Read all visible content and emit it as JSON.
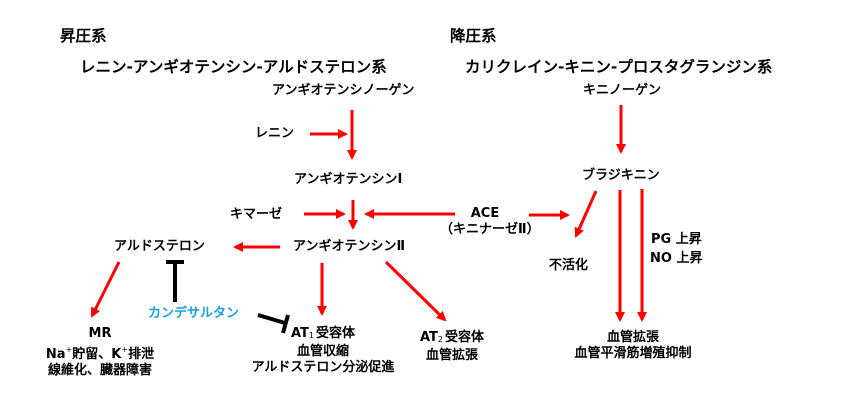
{
  "colors": {
    "arrow": "#ff0000",
    "inhibit": "#000000",
    "drug": "#1a9ee0"
  },
  "pressor": {
    "heading": "昇圧系",
    "system_title": "レニン-アンギオテンシン-アルドステロン系",
    "angiotensinogen": "アンギオテンシノーゲン",
    "renin": "レニン",
    "angiotensin1": "アンギオテンシンⅠ",
    "chymase": "キマーゼ",
    "angiotensin2": "アンギオテンシンⅡ",
    "aldosterone": "アルドステロン",
    "drug": "カンデサルタン",
    "mr": {
      "title": "MR",
      "line2_na": "Na",
      "line2_sup1": "+",
      "line2_mid": "貯留、K",
      "line2_sup2": "+",
      "line2_end": "排泄",
      "line3": "線維化、臓器障害"
    },
    "at1": {
      "prefix": "AT",
      "sub": "1",
      "suffix": "受容体",
      "line2": "血管収縮",
      "line3": "アルドステロン分泌促進"
    },
    "at2": {
      "prefix": "AT",
      "sub": "2",
      "suffix": "受容体",
      "line2": "血管拡張"
    }
  },
  "ace": {
    "line1": "ACE",
    "line2": "（キニナーゼⅡ）"
  },
  "depressor": {
    "heading": "降圧系",
    "system_title": "カリクレイン-キニン-プロスタグランジン系",
    "kininogen": "キニノーゲン",
    "bradykinin": "ブラジキニン",
    "inactivation": "不活化",
    "pg": "PG 上昇",
    "no": "NO 上昇",
    "effect_line1": "血管拡張",
    "effect_line2": "血管平滑筋増殖抑制"
  }
}
